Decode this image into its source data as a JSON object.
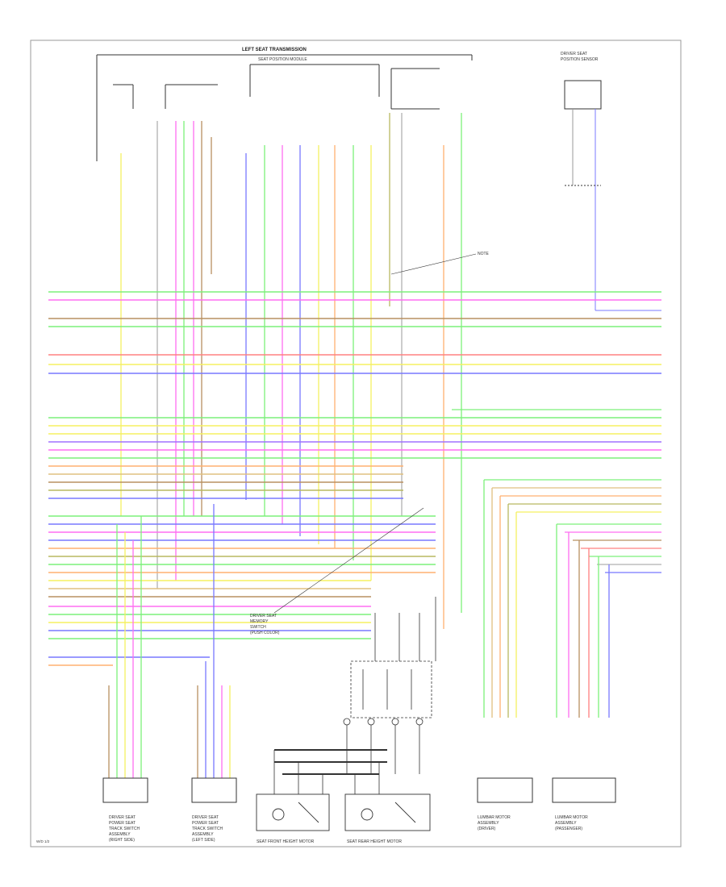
{
  "diagram": {
    "colors": {
      "frame": "#9a9a9a",
      "ink": "#333333",
      "green": "#7cf07a",
      "pink": "#ff6ef2",
      "red": "#ff8080",
      "yellow": "#f5f060",
      "blue": "#7878ff",
      "violet": "#a070ff",
      "orange": "#ffb070",
      "tan": "#e0c080",
      "brown": "#b89060",
      "gray": "#b0b0b0",
      "olive": "#b8b860"
    },
    "header_texts": [
      "LEFT SEAT TRANSMISSION",
      "SEAT POSITION MODULE"
    ],
    "top_right_block": [
      "DRIVER SEAT",
      "POSITION SENSOR"
    ],
    "note_text": "NOTE",
    "left_connector_labels": [
      "DRIVER SEAT",
      "POWER SEAT",
      "TRACK SWITCH",
      "ASSEMBLY",
      "(RIGHT SIDE)"
    ],
    "mid_connector_labels": [
      "DRIVER SEAT",
      "POWER SEAT",
      "TRACK SWITCH",
      "ASSEMBLY",
      "(LEFT SIDE)"
    ],
    "center_labels": [
      "DRIVER SEAT",
      "MEMORY",
      "SWITCH",
      "(PUSH COLOR)"
    ],
    "bottom_left_motor": "SEAT FRONT HEIGHT MOTOR",
    "bottom_right_motor": "SEAT REAR HEIGHT MOTOR",
    "right_connector_a": [
      "LUMBAR MOTOR",
      "ASSEMBLY",
      "(DRIVER)"
    ],
    "right_connector_b": [
      "LUMBAR MOTOR",
      "ASSEMBLY",
      "(PASSENGER)"
    ],
    "footer_code": "W/D 1/2"
  }
}
